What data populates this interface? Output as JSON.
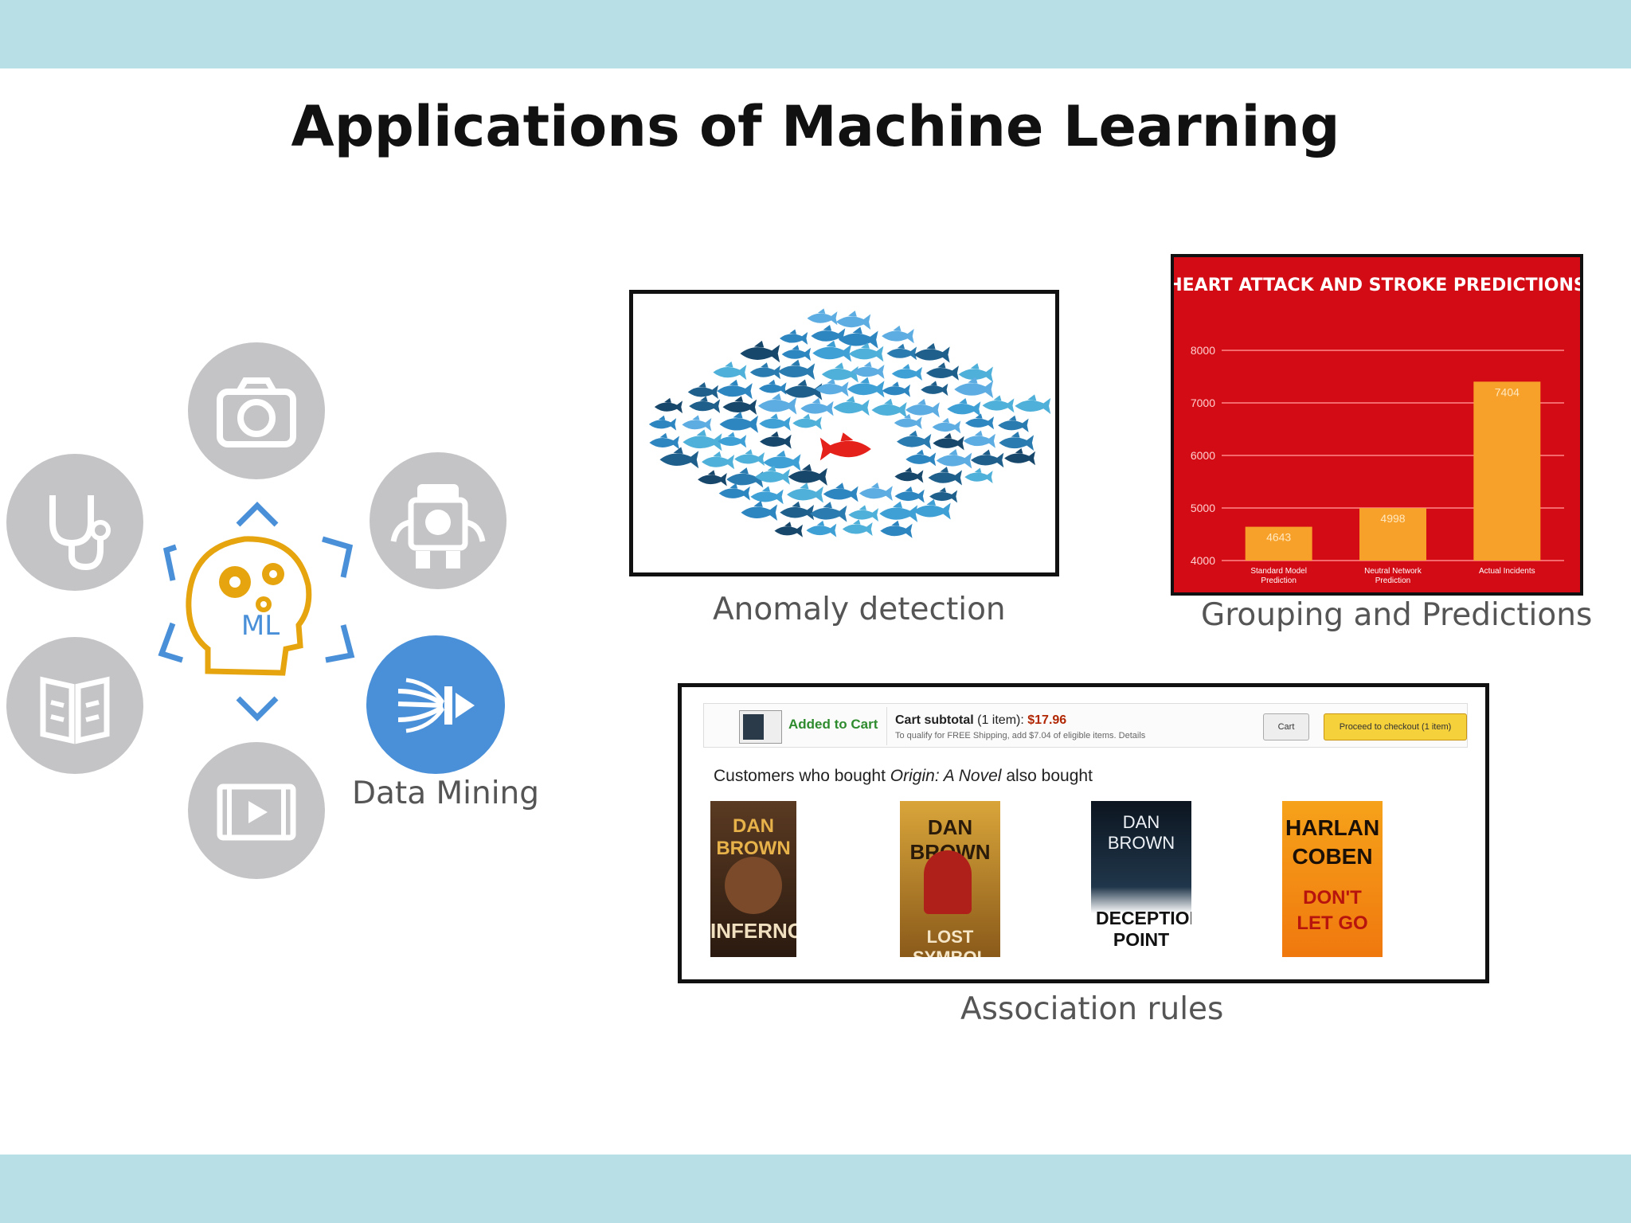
{
  "title": "Applications of Machine Learning",
  "left_diagram": {
    "center_label": "ML",
    "data_mining_label": "Data Mining",
    "icons": [
      "camera-icon",
      "stethoscope-icon",
      "robot-icon",
      "book-icon",
      "video-icon",
      "data-mining-icon"
    ],
    "colors": {
      "gray": "#c4c4c6",
      "blue": "#4a90d9",
      "gold": "#e6a50f"
    }
  },
  "anomaly": {
    "caption": "Anomaly detection"
  },
  "heart_chart": {
    "caption": "Grouping and Predictions",
    "chart_data": {
      "type": "bar",
      "title": "HEART ATTACK AND STROKE PREDICTIONS",
      "categories": [
        "Standard Model Prediction",
        "Neutral Network Prediction",
        "Actual Incidents"
      ],
      "values": [
        4643,
        4998,
        7404
      ],
      "ylim": [
        4000,
        8000
      ],
      "yticks": [
        "8000",
        "7000",
        "6000",
        "5000",
        "4000"
      ],
      "grid": true,
      "background": "#d20b14",
      "bar_color": "#f7a12a"
    }
  },
  "association": {
    "caption": "Association rules",
    "cart": {
      "added_label": "Added to Cart",
      "subtotal_label": "Cart subtotal",
      "item_count": "(1 item):",
      "price": "$17.96",
      "qualify_text": "To qualify for FREE Shipping, add $7.04 of eligible items. Details",
      "cart_button": "Cart",
      "checkout_button": "Proceed to checkout (1 item)"
    },
    "customers_prefix": "Customers who bought",
    "customers_book": "Origin: A Novel",
    "customers_suffix": "also bought",
    "books": [
      {
        "author": "DAN BROWN",
        "title": "INFERNO"
      },
      {
        "author": "DAN BROWN",
        "title": "LOST SYMBOL"
      },
      {
        "author": "DAN BROWN",
        "title": "DECEPTION POINT"
      },
      {
        "author": "HARLAN COBEN",
        "title": "DON'T LET GO"
      }
    ]
  }
}
